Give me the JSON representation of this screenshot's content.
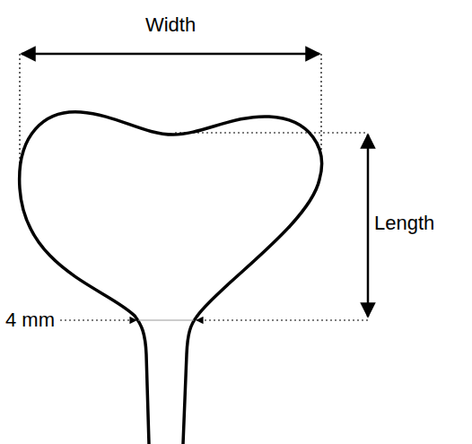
{
  "diagram": {
    "labels": [
      "Width",
      "Length",
      "4 mm"
    ]
  }
}
